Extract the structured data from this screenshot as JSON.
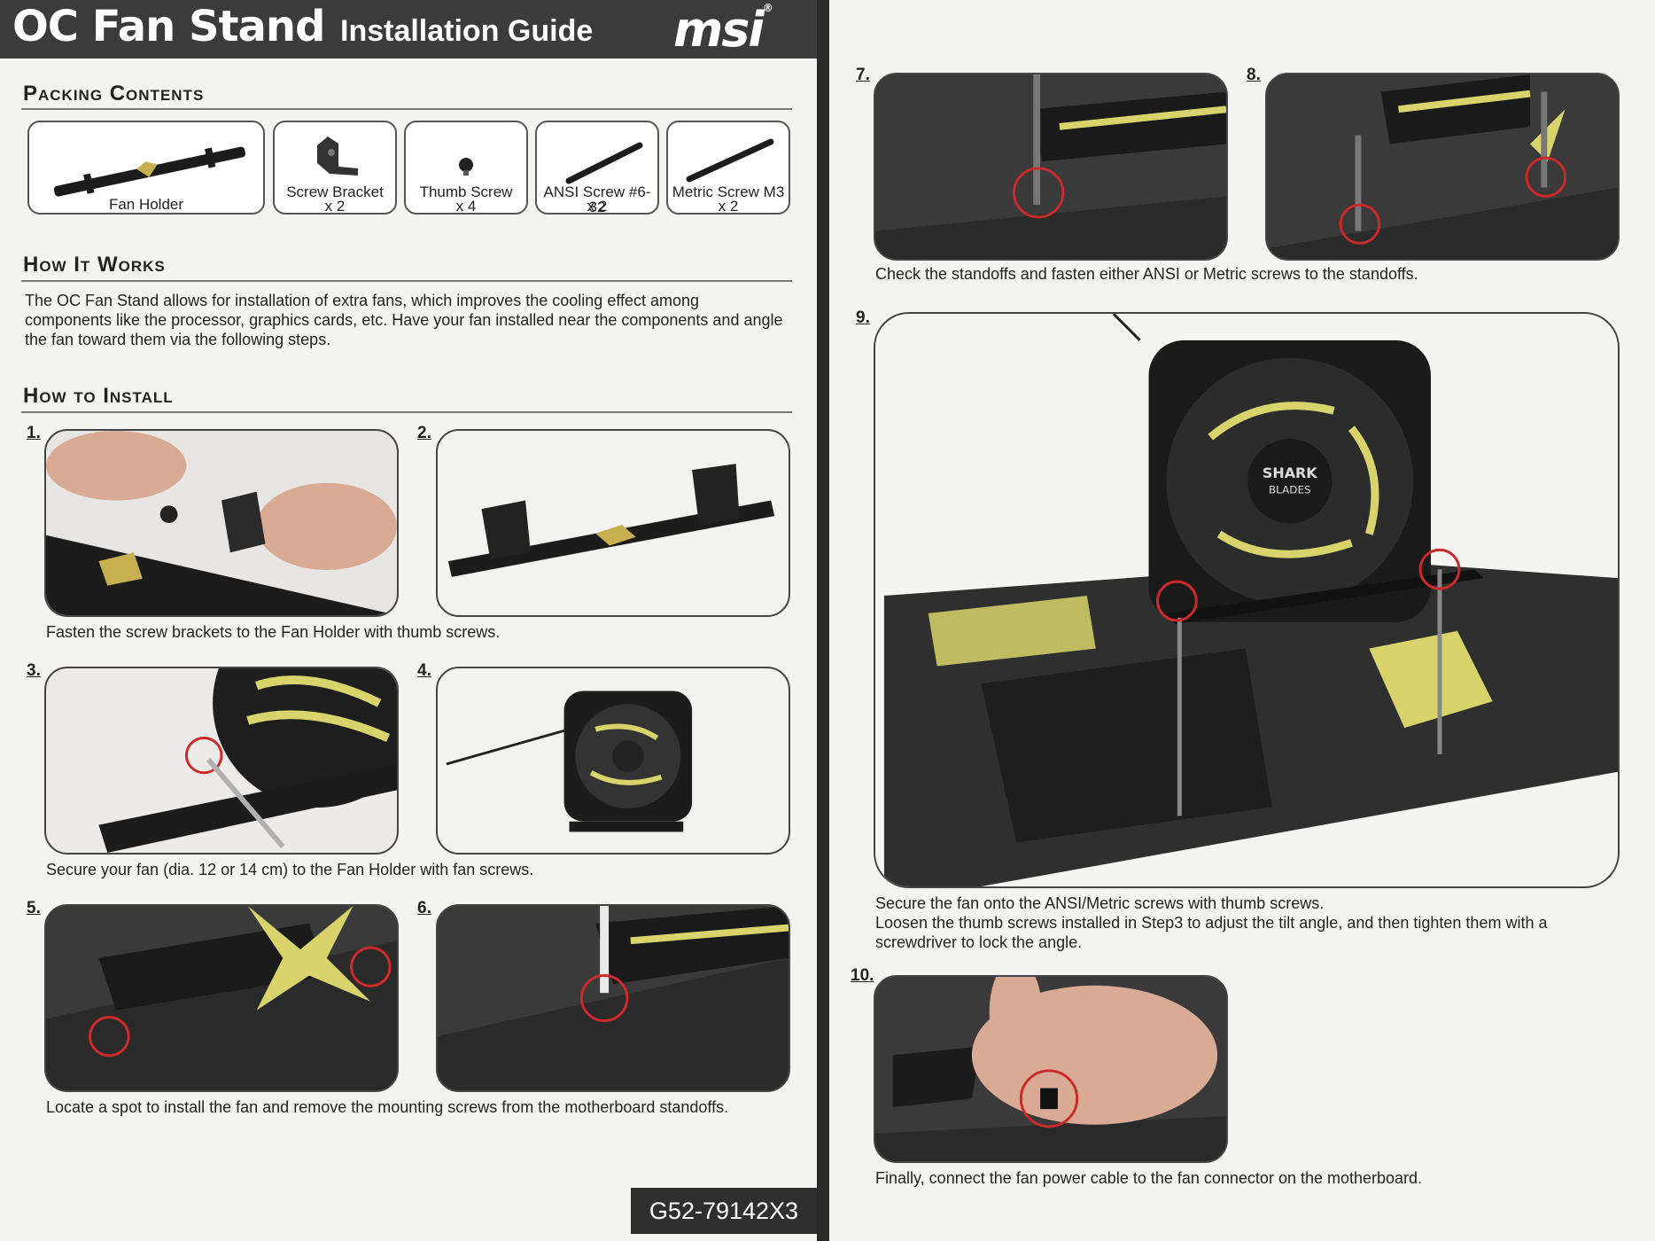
{
  "header": {
    "title": "OC Fan Stand",
    "subtitle": "Installation Guide",
    "logo": "msi",
    "logo_mark": "®"
  },
  "packing": {
    "heading": "Packing Contents",
    "items": [
      {
        "name": "Fan Holder",
        "qty": ""
      },
      {
        "name": "Screw Bracket",
        "qty": "x 2"
      },
      {
        "name": "Thumb Screw",
        "qty": "x 4"
      },
      {
        "name": "ANSI Screw #6-32",
        "qty": "x 2"
      },
      {
        "name": "Metric Screw M3",
        "qty": "x 2"
      }
    ]
  },
  "how_it_works": {
    "heading": "How It Works",
    "text": "The OC Fan Stand allows for installation of extra fans, which improves the cooling effect among components like the processor, graphics cards, etc. Have your fan installed near the components and angle the fan toward them via the following steps."
  },
  "how_to_install": {
    "heading": "How to Install",
    "steps": [
      {
        "num": "1."
      },
      {
        "num": "2."
      },
      {
        "num": "3."
      },
      {
        "num": "4."
      },
      {
        "num": "5."
      },
      {
        "num": "6."
      },
      {
        "num": "7."
      },
      {
        "num": "8."
      },
      {
        "num": "9."
      },
      {
        "num": "10."
      }
    ],
    "captions": {
      "c12": "Fasten the screw brackets to the Fan Holder with thumb screws.",
      "c34": "Secure your fan (dia. 12 or 14 cm) to the Fan Holder with fan screws.",
      "c56": "Locate a spot to install the fan and remove the mounting screws from the motherboard standoffs.",
      "c78": "Check the standoffs and fasten either ANSI or Metric screws to the standoffs.",
      "c9a": "Secure the fan onto the ANSI/Metric screws with thumb screws.",
      "c9b": "Loosen the thumb screws installed in Step3 to adjust the tilt angle, and then tighten them with a screwdriver to lock the angle.",
      "c10": "Finally, connect the fan power cable to the fan connector on the motherboard."
    }
  },
  "fan_brand": {
    "line1": "SHARK",
    "line2": "BLADES"
  },
  "part_code": "G52-79142X3",
  "colors": {
    "accent_yellow": "#d8d36a",
    "highlight_red": "#cc2a2a",
    "header_bg": "#3b3b3b"
  }
}
